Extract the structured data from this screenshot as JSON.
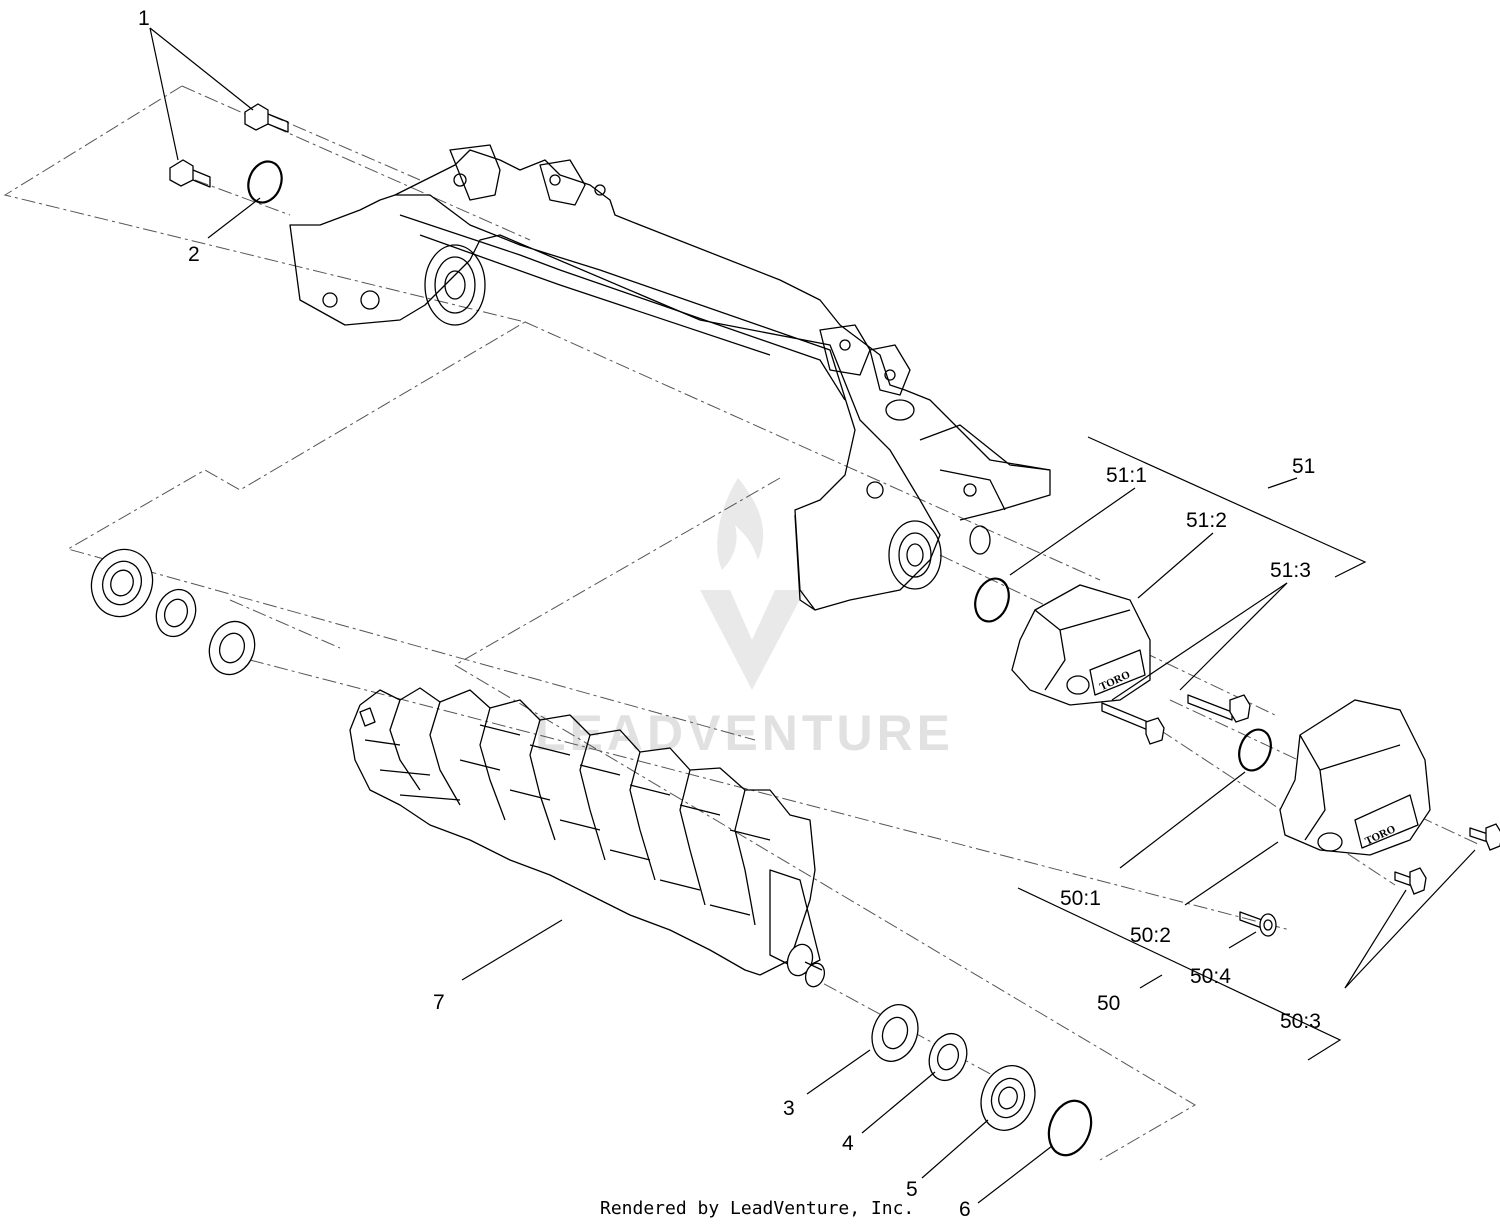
{
  "callouts": {
    "c1": "1",
    "c2": "2",
    "c3": "3",
    "c4": "4",
    "c5": "5",
    "c6": "6",
    "c7": "7",
    "c50": "50",
    "c50_1": "50:1",
    "c50_2": "50:2",
    "c50_3": "50:3",
    "c50_4": "50:4",
    "c51": "51",
    "c51_1": "51:1",
    "c51_2": "51:2",
    "c51_3": "51:3"
  },
  "brand_mark": "TORO",
  "watermark": "LEADVENTURE",
  "credit": "Rendered by LeadVenture, Inc.",
  "colors": {
    "line": "#000000",
    "background": "#ffffff",
    "watermark": "#d8d8d8"
  }
}
